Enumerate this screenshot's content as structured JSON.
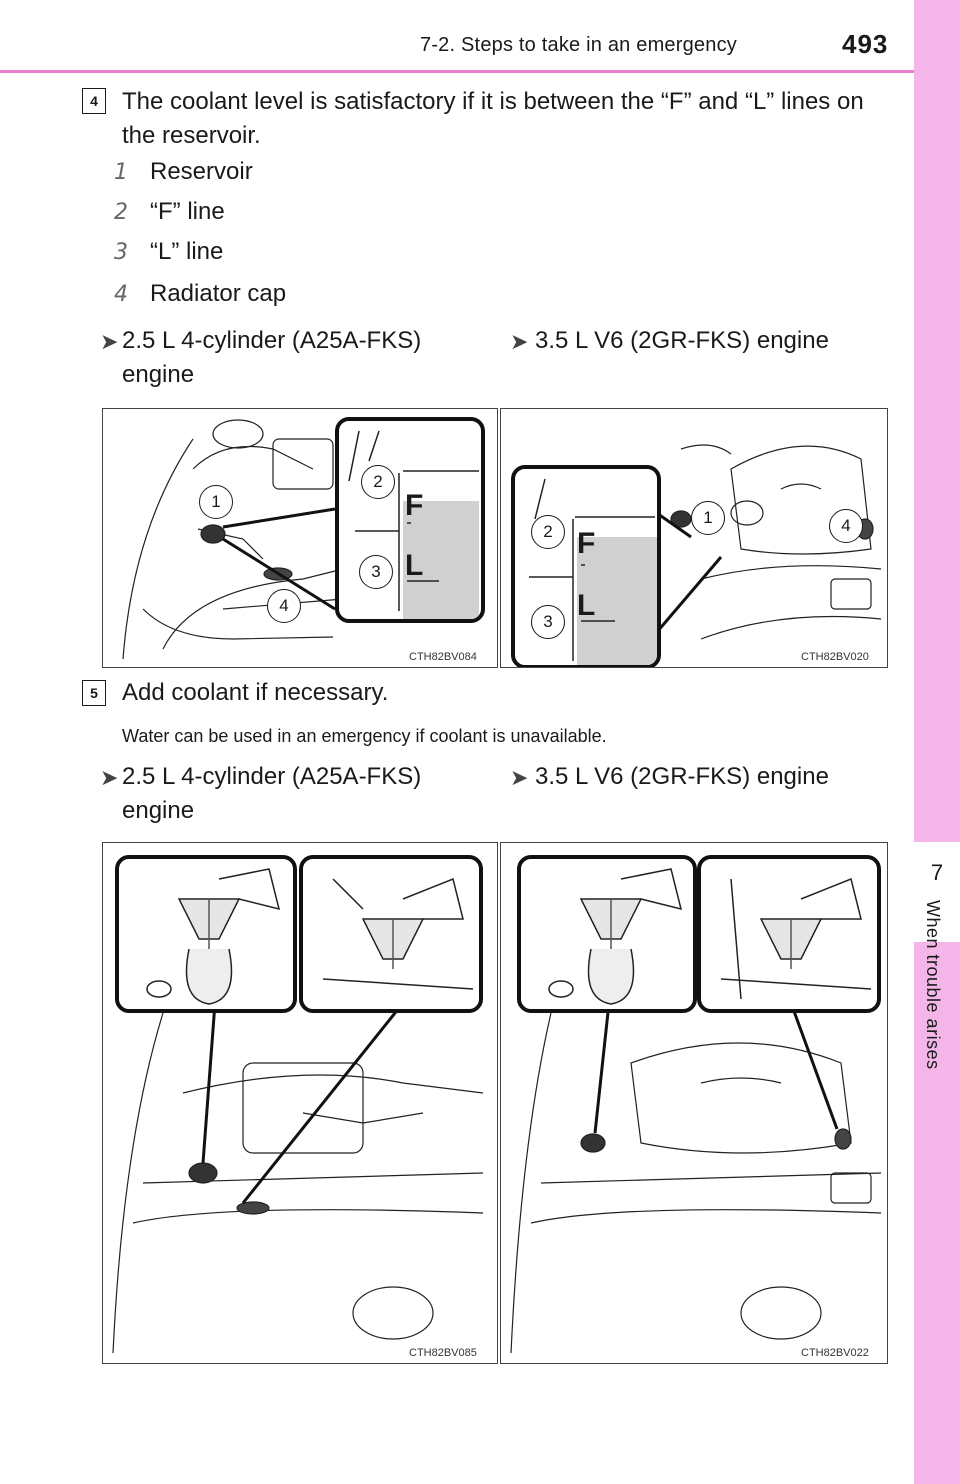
{
  "header": {
    "section_title": "7-2. Steps to take in an emergency",
    "page_number": "493"
  },
  "side_tab": {
    "chapter_number": "7",
    "chapter_title": "When trouble arises"
  },
  "step4": {
    "badge": "4",
    "text": "The coolant level is satisfactory if it is between the “F” and “L” lines on the reservoir.",
    "items": [
      {
        "num": "1",
        "label": "Reservoir"
      },
      {
        "num": "2",
        "label": "“F” line"
      },
      {
        "num": "3",
        "label": "“L” line"
      },
      {
        "num": "4",
        "label": "Radiator cap"
      }
    ],
    "engine_left": "2.5 L 4-cylinder (A25A-FKS) engine",
    "engine_right": "3.5 L V6 (2GR-FKS) engine",
    "fig_left_code": "CTH82BV084",
    "fig_right_code": "CTH82BV020",
    "callouts": [
      "1",
      "2",
      "3",
      "4"
    ],
    "level_f": "F",
    "level_l": "L"
  },
  "step5": {
    "badge": "5",
    "text": "Add coolant if necessary.",
    "note": "Water can be used in an emergency if coolant is unavailable.",
    "engine_left": "2.5 L 4-cylinder (A25A-FKS) engine",
    "engine_right": "3.5 L V6 (2GR-FKS) engine",
    "fig_left_code": "CTH82BV085",
    "fig_right_code": "CTH82BV022"
  },
  "colors": {
    "accent": "#e87fd0",
    "side_tab": "#f4b6e8",
    "reservoir_fill": "#d0d0d0"
  }
}
